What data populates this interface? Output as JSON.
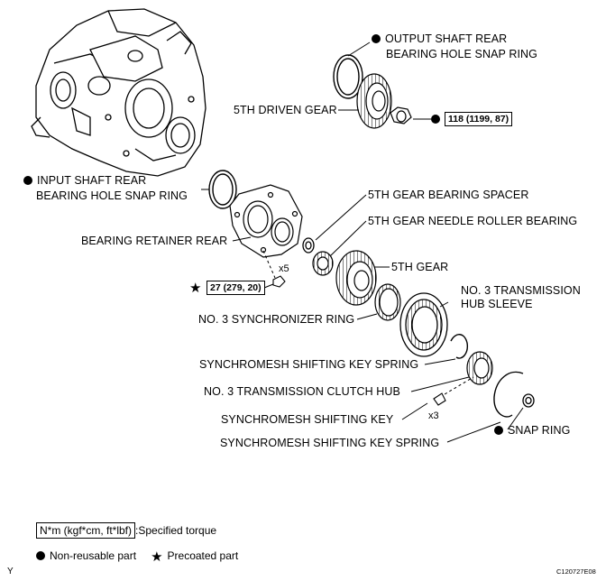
{
  "labels": {
    "output_snap_ring_1": "OUTPUT SHAFT REAR",
    "output_snap_ring_2": "BEARING HOLE SNAP RING",
    "driven_gear": "5TH DRIVEN GEAR",
    "torque_nut": "118 (1199, 87)",
    "input_snap_ring_1": "INPUT SHAFT REAR",
    "input_snap_ring_2": "BEARING HOLE SNAP RING",
    "bearing_spacer": "5TH GEAR BEARING SPACER",
    "needle_bearing": "5TH GEAR NEEDLE ROLLER BEARING",
    "retainer": "BEARING RETAINER REAR",
    "bolt_count": "x5",
    "fifth_gear": "5TH GEAR",
    "torque_bolt": "27 (279, 20)",
    "hub_sleeve_1": "NO. 3 TRANSMISSION",
    "hub_sleeve_2": "HUB SLEEVE",
    "sync_ring": "NO. 3 SYNCHRONIZER RING",
    "key_spring_upper": "SYNCHROMESH SHIFTING KEY SPRING",
    "clutch_hub": "NO. 3 TRANSMISSION CLUTCH HUB",
    "shifting_key": "SYNCHROMESH SHIFTING KEY",
    "key_count": "x3",
    "snap_ring": "SNAP RING",
    "key_spring_lower": "SYNCHROMESH SHIFTING KEY SPRING"
  },
  "legend": {
    "torque_units": "N*m (kgf*cm, ft*lbf)",
    "torque_desc": ":Specified torque",
    "non_reusable": "Non-reusable part",
    "precoated": "Precoated part"
  },
  "footer": {
    "corner_mark": "Y",
    "figure_code": "C120727E08"
  },
  "icons": {
    "non_reusable": "filled-circle-icon",
    "precoated": "star-icon"
  }
}
